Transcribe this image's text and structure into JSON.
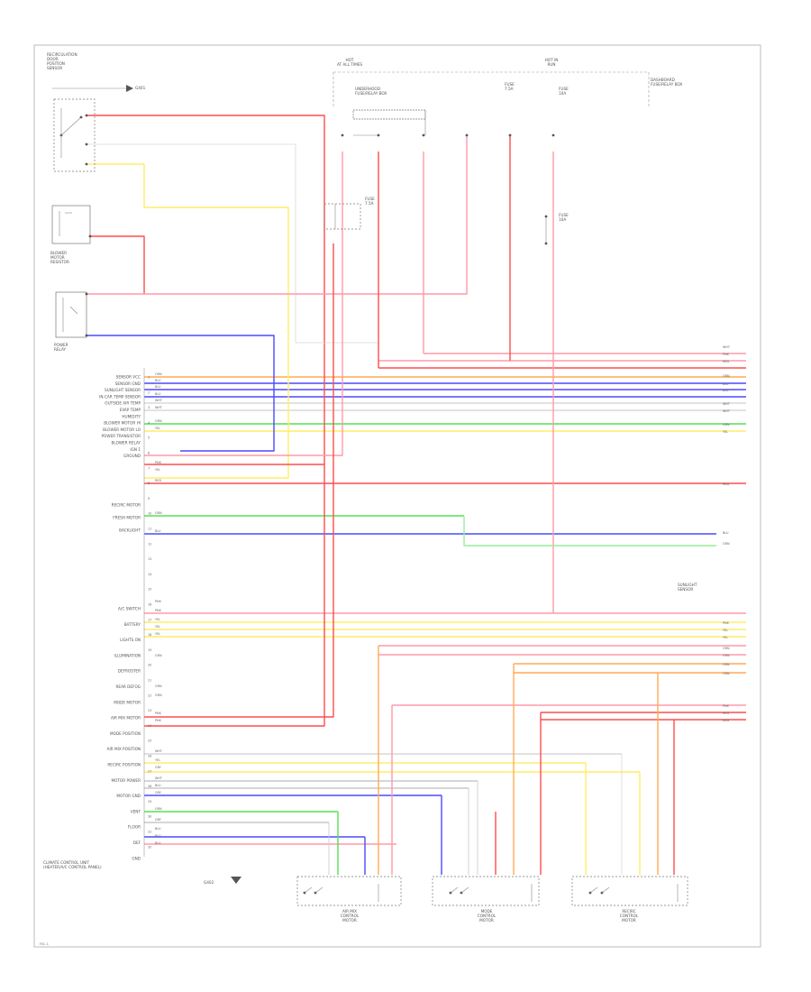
{
  "wire_colors": {
    "RED": "#ff4d4d",
    "PINK": "#ff9aa8",
    "YEL": "#ffee66",
    "BLU": "#4a4aff",
    "GRN": "#55e055",
    "ORN": "#ffaa55",
    "WHT": "#d8d8d8",
    "GRY": "#c8c8c8",
    "LTGRN": "#99ee99"
  },
  "blocks": {
    "recirc_door": [
      "RECIRCULATION",
      "DOOR",
      "POSITION",
      "SENSOR"
    ],
    "blower": [
      "BLOWER",
      "MOTOR",
      "RESISTOR"
    ],
    "power_relay": [
      "POWER",
      "RELAY"
    ],
    "hot_fuse": [
      "HOT",
      "AT ALL TIMES"
    ],
    "run_fuse": [
      "HOT IN",
      "RUN"
    ],
    "underhood": [
      "UNDERHOOD",
      "FUSE/RELAY BOX"
    ],
    "dash_fuse": [
      "DASHBOARD",
      "FUSE/RELAY BOX"
    ],
    "fuse_a": [
      "FUSE",
      "7.5A"
    ],
    "fuse_b": [
      "FUSE",
      "10A"
    ],
    "sunlight": [
      "SUNLIGHT",
      "SENSOR"
    ],
    "climate_unit": [
      "CLIMATE CONTROL UNIT",
      "(HEATER/A/C CONTROL PANEL)"
    ],
    "actuator_1": [
      "AIR MIX",
      "CONTROL",
      "MOTOR"
    ],
    "actuator_2": [
      "MODE",
      "CONTROL",
      "MOTOR"
    ],
    "actuator_3": [
      "RECIRC",
      "CONTROL",
      "MOTOR"
    ],
    "ground_1": [
      "G401"
    ],
    "ground_2": [
      "G402"
    ]
  },
  "pin_labels": [
    "SENSOR VCC",
    "SENSOR GND",
    "SUNLIGHT SENSOR",
    "IN-CAR TEMP SENSOR",
    "OUTSIDE AIR TEMP",
    "EVAP TEMP",
    "HUMIDITY",
    "BLOWER MOTOR HI",
    "BLOWER MOTOR LO",
    "POWER TRANSISTOR",
    "BLOWER RELAY",
    "IGN 1",
    "GROUND",
    "RECIRC MOTOR",
    "FRESH MOTOR",
    "BACKLIGHT",
    "A/C SWITCH",
    "BATTERY",
    "LIGHTS ON",
    "ILLUMINATION",
    "DEFROSTER",
    "REAR DEFOG",
    "MODE MOTOR",
    "AIR MIX MOTOR",
    "MODE POSITION",
    "AIR MIX POSITION",
    "RECIRC POSITION",
    "MOTOR POWER",
    "MOTOR GND",
    "VENT",
    "FLOOR",
    "DEF",
    "GND"
  ],
  "wire_labels": {
    "RED": "RED",
    "PINK": "PNK",
    "YEL": "YEL",
    "BLU": "BLU",
    "GRN": "GRN",
    "ORN": "ORN",
    "WHT": "WHT",
    "GRY": "GRY",
    "BLK": "BLK",
    "LTGRN": "LT GRN"
  },
  "pin_numbers": [
    "1",
    "2",
    "3",
    "4",
    "5",
    "6",
    "7",
    "8",
    "9",
    "10",
    "11",
    "12",
    "13",
    "14",
    "15",
    "16",
    "17",
    "18",
    "19",
    "20",
    "21",
    "22",
    "23",
    "24",
    "25",
    "26",
    "27",
    "28",
    "29",
    "30",
    "31",
    "32"
  ],
  "page_ref": "FIG. 1"
}
